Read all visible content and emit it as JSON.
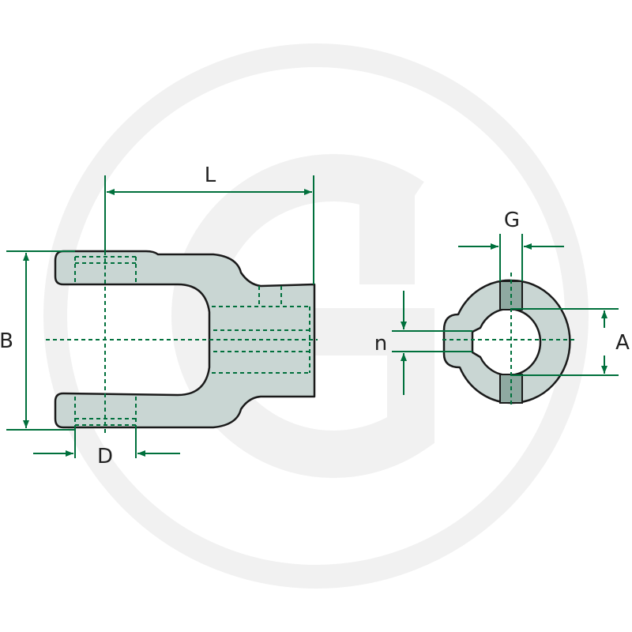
{
  "diagram": {
    "watermark": "brand-logo-watermark",
    "colors": {
      "part_fill": "#c9d6d3",
      "part_stroke": "#1a1a1a",
      "dimension_line": "#00703c",
      "hidden_line": "#00703c",
      "slot_fill": "#8fa9a1",
      "watermark": "#f2f2f2"
    },
    "labels": {
      "L": "L",
      "B": "B",
      "D": "D",
      "G": "G",
      "n": "n",
      "A": "A"
    }
  }
}
